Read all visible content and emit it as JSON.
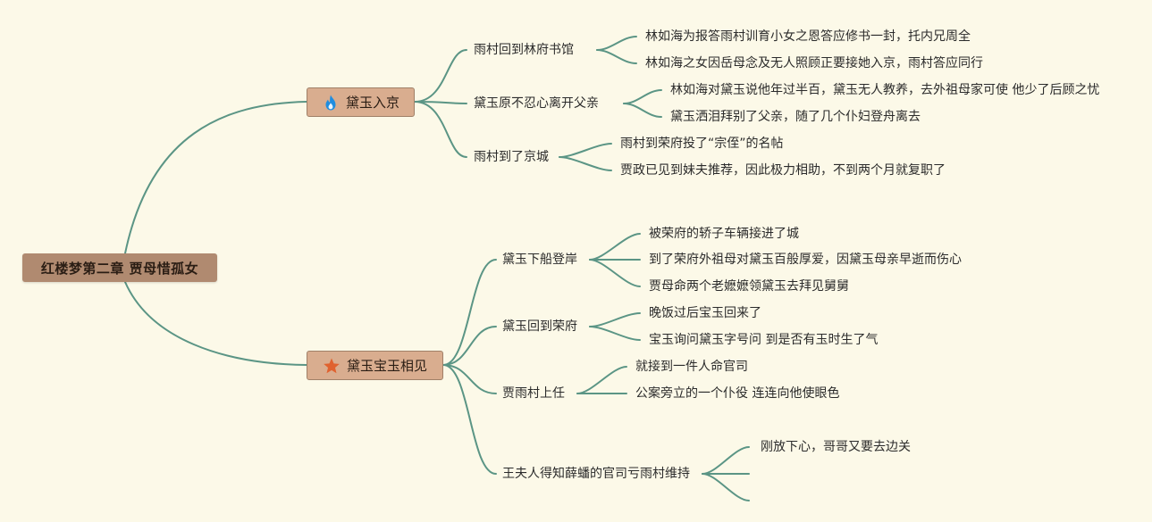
{
  "root": {
    "label": "红楼梦第二章   贾母惜孤女"
  },
  "branches": [
    {
      "label": "黛玉入京",
      "icon": "fire-icon",
      "subs": [
        {
          "label": "雨村回到林府书馆",
          "leaves": [
            "林如海为报答雨村训育小女之恩答应修书一封，托内兄周全",
            "林如海之女因岳母念及无人照顾正要接她入京，雨村答应同行"
          ]
        },
        {
          "label": "黛玉原不忍心离开父亲",
          "leaves": [
            "林如海对黛玉说他年过半百，黛玉无人教养，去外祖母家可使 他少了后顾之忧",
            "黛玉洒泪拜别了父亲，随了几个仆妇登舟离去"
          ]
        },
        {
          "label": "雨村到了京城",
          "leaves": [
            "雨村到荣府投了“宗侄”的名帖",
            "贾政已见到妹夫推荐，因此极力相助，不到两个月就复职了"
          ]
        }
      ]
    },
    {
      "label": "黛玉宝玉相见",
      "icon": "star-icon",
      "subs": [
        {
          "label": "黛玉下船登岸",
          "leaves": [
            "被荣府的轿子车辆接进了城",
            "到了荣府外祖母对黛玉百般厚爱，因黛玉母亲早逝而伤心",
            "贾母命两个老嬷嬷领黛玉去拜见舅舅"
          ]
        },
        {
          "label": "黛玉回到荣府",
          "leaves": [
            "晚饭过后宝玉回来了",
            "宝玉询问黛玉字号问 到是否有玉时生了气"
          ]
        },
        {
          "label": "贾雨村上任",
          "leaves": [
            "就接到一件人命官司",
            "公案旁立的一个仆役 连连向他使眼色"
          ]
        },
        {
          "label": "王夫人得知薛蟠的官司亏雨村维持",
          "leaves": [
            "刚放下心，哥哥又要去边关",
            "",
            ""
          ]
        }
      ]
    }
  ],
  "colors": {
    "edge": "#5b9585",
    "root_fill": "#b08a70",
    "branch_fill": "#d9ad8f",
    "background": "#fcf9e8"
  }
}
